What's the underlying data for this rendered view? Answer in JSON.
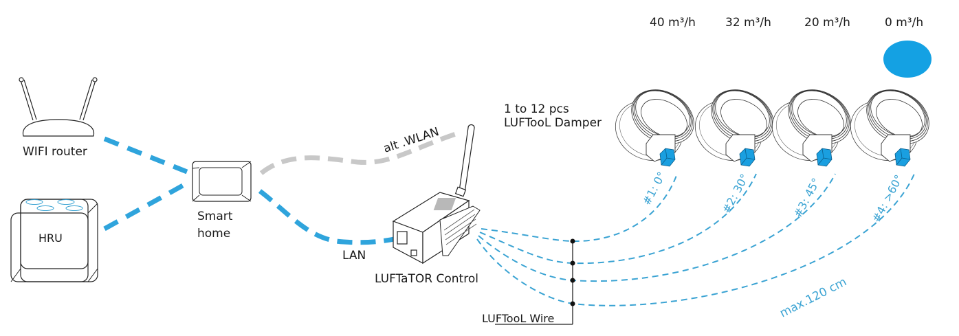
{
  "colors": {
    "accent_blue": "#2fa4dc",
    "wire_blue": "#3aa3d3",
    "wlan_gray": "#c8c8c8",
    "actuator_blue": "#1a9fe0",
    "indicator_blue": "#14a1e3",
    "text": "#1a1a1a"
  },
  "devices": {
    "router": {
      "label": "WIFI router"
    },
    "hru": {
      "label": "HRU"
    },
    "smart_home": {
      "label_line1": "Smart",
      "label_line2": "home"
    },
    "controller": {
      "label": "LUFTaTOR Control"
    }
  },
  "connections": {
    "lan_label": "LAN",
    "wlan_label": "alt .WLAN",
    "wire_label": "LUFTooL Wire",
    "max_length_label": "max.120 cm"
  },
  "dampers": {
    "caption_line1": "1 to 12 pcs",
    "caption_line2": "LUFTooL Damper",
    "items": [
      {
        "flow": "40 m³/h",
        "position": "#1: 0°",
        "indicator": false
      },
      {
        "flow": "32 m³/h",
        "position": "#2: 30°",
        "indicator": false
      },
      {
        "flow": "20 m³/h",
        "position": "#3: 45°",
        "indicator": false
      },
      {
        "flow": "0 m³/h",
        "position": "#4: >60°",
        "indicator": true
      }
    ]
  }
}
